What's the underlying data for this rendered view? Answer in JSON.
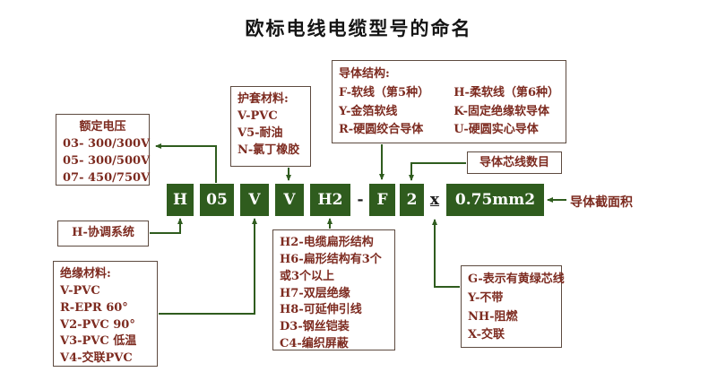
{
  "title": "欧标电线电缆型号的命名",
  "code": {
    "blocks": [
      {
        "label": "H"
      },
      {
        "label": "05"
      },
      {
        "label": "V"
      },
      {
        "label": "V"
      },
      {
        "label": "H2"
      },
      {
        "label": "-"
      },
      {
        "label": "F"
      },
      {
        "label": "2"
      },
      {
        "label": "x"
      },
      {
        "label": "0.75mm2"
      }
    ]
  },
  "annotations": {
    "rated_voltage": {
      "title": "额定电压",
      "lines": [
        "03- 300/300V",
        "05- 300/500V",
        "07- 450/750V"
      ]
    },
    "sheath_material": {
      "title": "护套材料:",
      "lines": [
        "V-PVC",
        "V5-耐油",
        "N-氯丁橡胶"
      ]
    },
    "conductor_structure": {
      "title": "导体结构:",
      "left": [
        "F-软线（第5种）",
        "Y-金箔软线",
        "R-硬圆绞合导体"
      ],
      "right": [
        "H-柔软线（第6种）",
        "K-固定绝缘软导体",
        "U-硬圆实心导体"
      ]
    },
    "core_count": {
      "label": "导体芯线数目"
    },
    "cross_section": {
      "label": "导体截面积"
    },
    "harmonized_system": {
      "label": "H-协调系统"
    },
    "insulation_material": {
      "title": "绝缘材料:",
      "lines": [
        "V-PVC",
        "R-EPR 60°",
        "V2-PVC 90°",
        "V3-PVC 低温",
        "V4-交联PVC"
      ]
    },
    "structure_codes": {
      "lines": [
        "H2-电缆扁形结构",
        "H6-扁形结构有3个",
        "或3个以上",
        "H7-双层绝缘",
        "H8-可延伸引线",
        "D3-钢丝铠装",
        "C4-编织屏蔽"
      ]
    },
    "suffix_codes": {
      "lines": [
        "G-表示有黄绿芯线",
        "Y-不带",
        "NH-阻燃",
        "X-交联"
      ]
    }
  },
  "colors": {
    "block_green": "#2f5c1e",
    "annotation_red": "#7d2b20",
    "arrow_green": "#2f5c1e"
  }
}
